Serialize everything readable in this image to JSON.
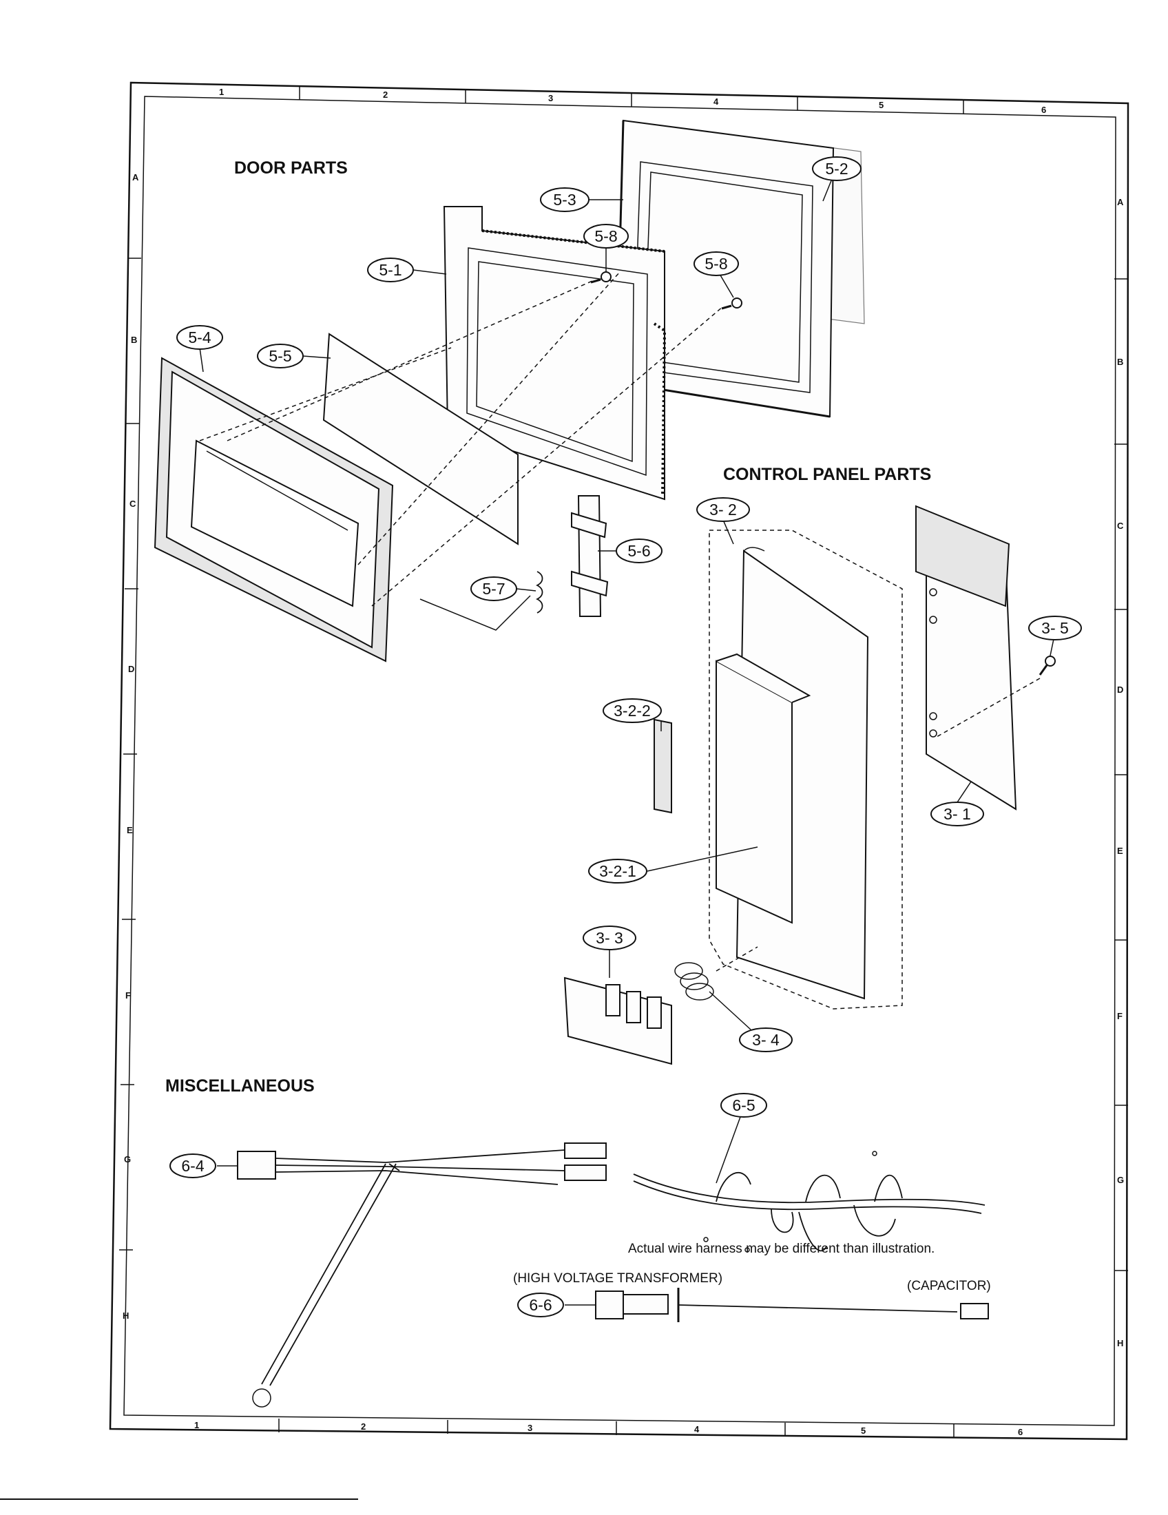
{
  "sections": {
    "door": "DOOR PARTS",
    "control": "CONTROL PANEL PARTS",
    "misc": "MISCELLANEOUS"
  },
  "callouts": {
    "c5_1": "5-1",
    "c5_2": "5-2",
    "c5_3": "5-3",
    "c5_4": "5-4",
    "c5_5": "5-5",
    "c5_6": "5-6",
    "c5_7": "5-7",
    "c5_8a": "5-8",
    "c5_8b": "5-8",
    "c3_1": "3- 1",
    "c3_2": "3- 2",
    "c3_2_1": "3-2-1",
    "c3_2_2": "3-2-2",
    "c3_3": "3- 3",
    "c3_4": "3- 4",
    "c3_5": "3- 5",
    "c6_4": "6-4",
    "c6_5": "6-5",
    "c6_6": "6-6"
  },
  "notes": {
    "harness": "Actual wire harness may be different than illustration.",
    "hv_transformer": "(HIGH VOLTAGE TRANSFORMER)",
    "capacitor": "(CAPACITOR)"
  },
  "grid": {
    "columns": [
      "1",
      "2",
      "3",
      "4",
      "5",
      "6"
    ],
    "rows": [
      "A",
      "B",
      "C",
      "D",
      "E",
      "F",
      "G",
      "H"
    ]
  }
}
